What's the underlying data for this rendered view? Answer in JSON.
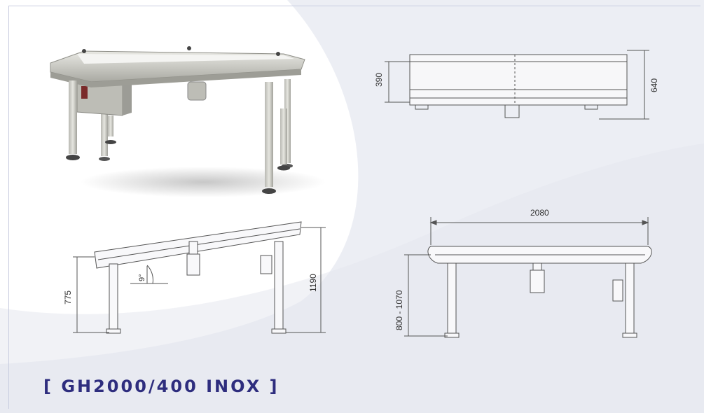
{
  "title": "[ GH2000/400 INOX ]",
  "colors": {
    "title_text": "#2e2d7e",
    "background": "#eceef4",
    "background_swoosh": "#ffffff",
    "steel": "#c9c9c4",
    "drawing_line": "#555555"
  },
  "dimensions": {
    "top_view_width": "390",
    "top_view_height": "640",
    "length": "2080",
    "incline_low_height": "775",
    "incline_high_height": "1190",
    "incline_angle": "9°",
    "height_range": "800 - 1070"
  }
}
